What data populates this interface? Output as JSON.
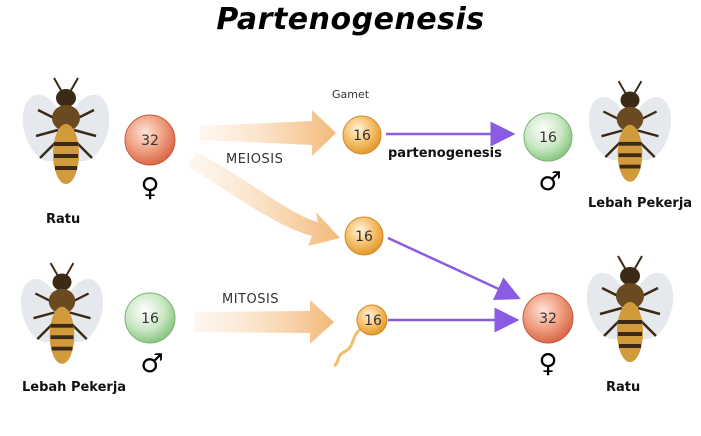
{
  "title": "Partenogenesis",
  "labels": {
    "gamet": "Gamet",
    "meiosis": "MEIOSIS",
    "mitosis": "MITOSIS",
    "partenogenesis": "partenogenesis"
  },
  "bees": {
    "queen_left": "Ratu",
    "worker_left": "Lebah Pekerja",
    "worker_right": "Lebah Pekerja",
    "queen_right": "Ratu"
  },
  "cells": {
    "queen_left": "32",
    "worker_left": "16",
    "gamete_top": "16",
    "gamete_mid": "16",
    "sperm": "16",
    "offspring_worker": "16",
    "offspring_queen": "32"
  },
  "symbols": {
    "female": "♀",
    "male": "♂"
  },
  "colors": {
    "red_cell": "#e88a6c",
    "green_cell": "#a8d6a0",
    "orange_cell": "#f2b356",
    "arrow_orange": "#f4c08a",
    "arrow_purple": "#8a5ce6"
  }
}
